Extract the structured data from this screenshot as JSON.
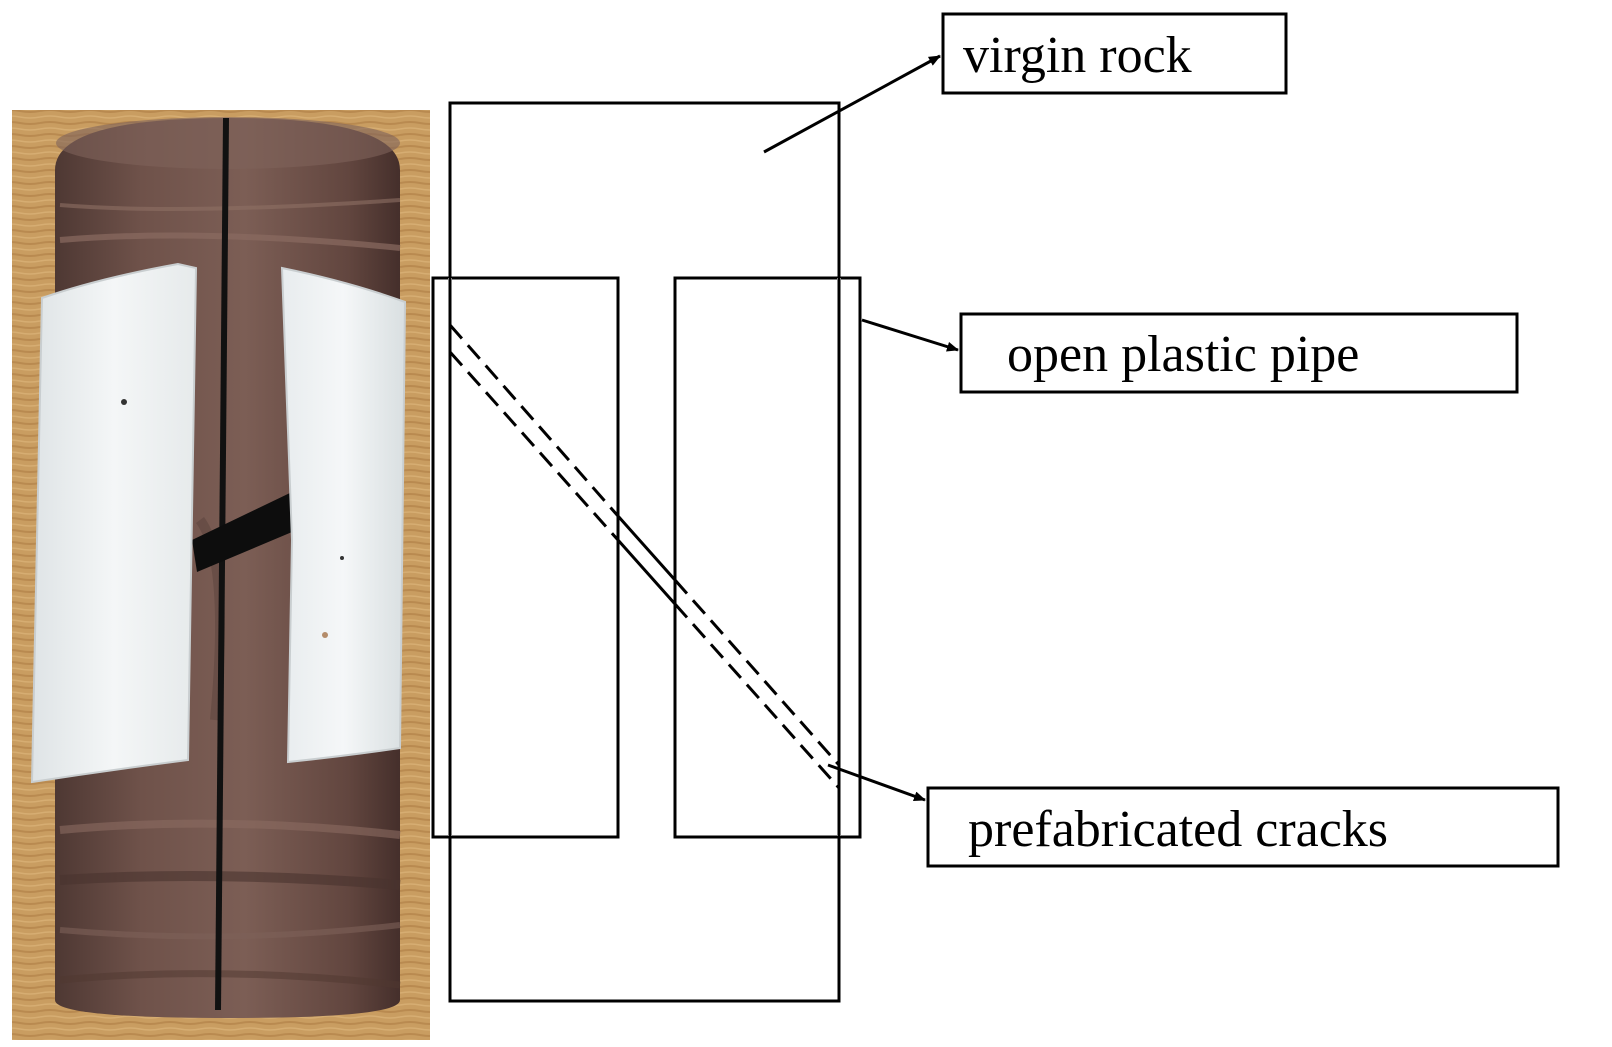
{
  "labels": {
    "virgin_rock": "virgin rock",
    "open_plastic_pipe": "open plastic pipe",
    "prefabricated_cracks": "prefabricated cracks"
  },
  "colors": {
    "background": "#ffffff",
    "line": "#000000",
    "table_wood": "#c89b5e",
    "rock": "#6e5048",
    "plastic_pipe": "#eef1f2",
    "marker_line": "#111111"
  }
}
